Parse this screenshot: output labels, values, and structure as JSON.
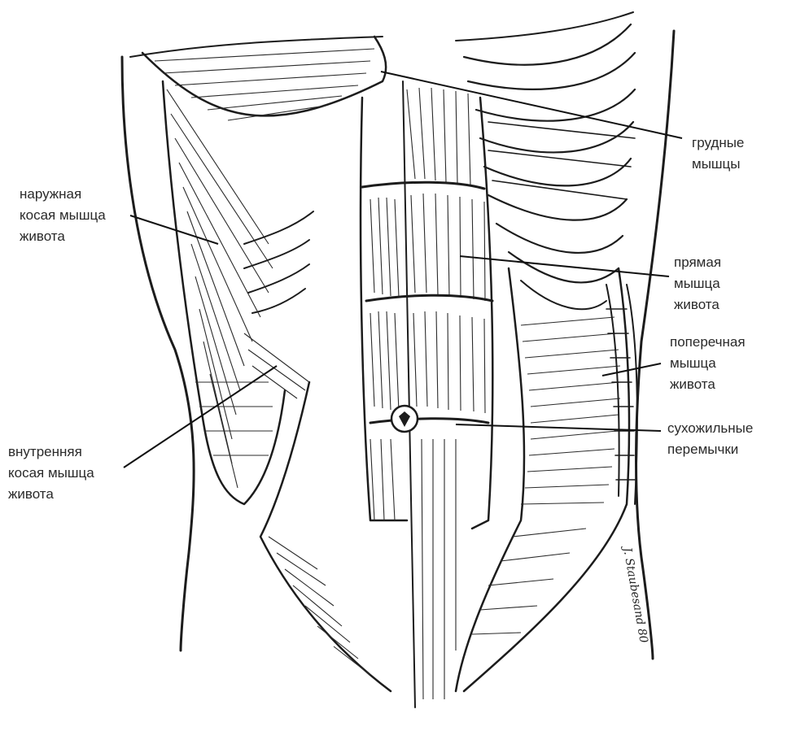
{
  "labels": {
    "pectoral": [
      "грудные",
      "мышцы"
    ],
    "external_oblique": [
      "наружная",
      "косая мышца",
      "живота"
    ],
    "rectus": [
      "прямая",
      "мышца",
      "живота"
    ],
    "transverse": [
      "поперечная",
      "мышца",
      "живота"
    ],
    "tendinous": [
      "сухожильные",
      "перемычки"
    ],
    "internal_oblique": [
      "внутренняя",
      "косая мышца",
      "живота"
    ]
  },
  "signature": "J. Staubesand 80",
  "colors": {
    "ink": "#1c1c1c",
    "paper": "#ffffff",
    "text": "#2a2a2a"
  }
}
